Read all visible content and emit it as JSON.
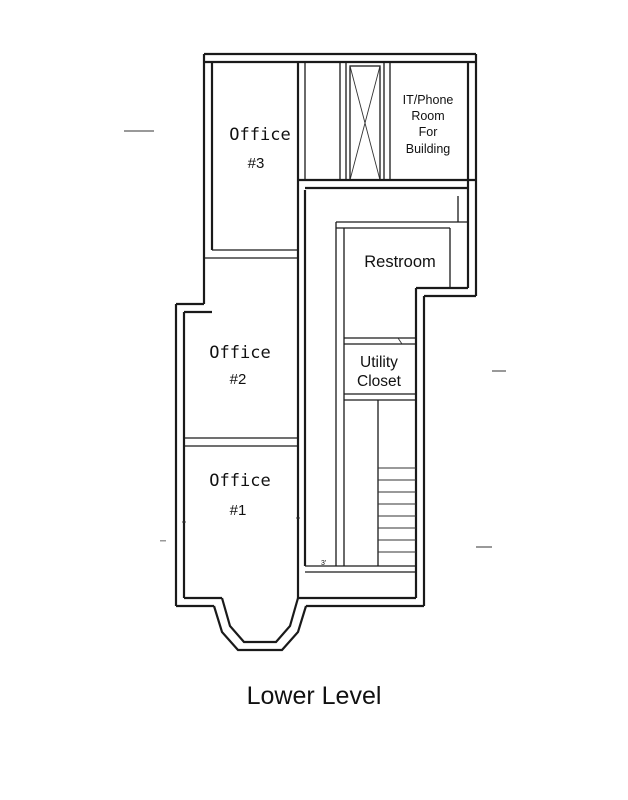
{
  "rooms": {
    "office3": {
      "title": "Office",
      "number": "#3"
    },
    "office2": {
      "title": "Office",
      "number": "#2"
    },
    "office1": {
      "title": "Office",
      "number": "#1"
    },
    "it_room": {
      "lines": [
        "IT/Phone",
        "Room",
        "For",
        "Building"
      ]
    },
    "restroom": {
      "label": "Restroom"
    },
    "utility_closet": {
      "lines": [
        "Utility",
        "Closet"
      ]
    }
  },
  "dimension_note": "3'",
  "caption": "Lower Level"
}
